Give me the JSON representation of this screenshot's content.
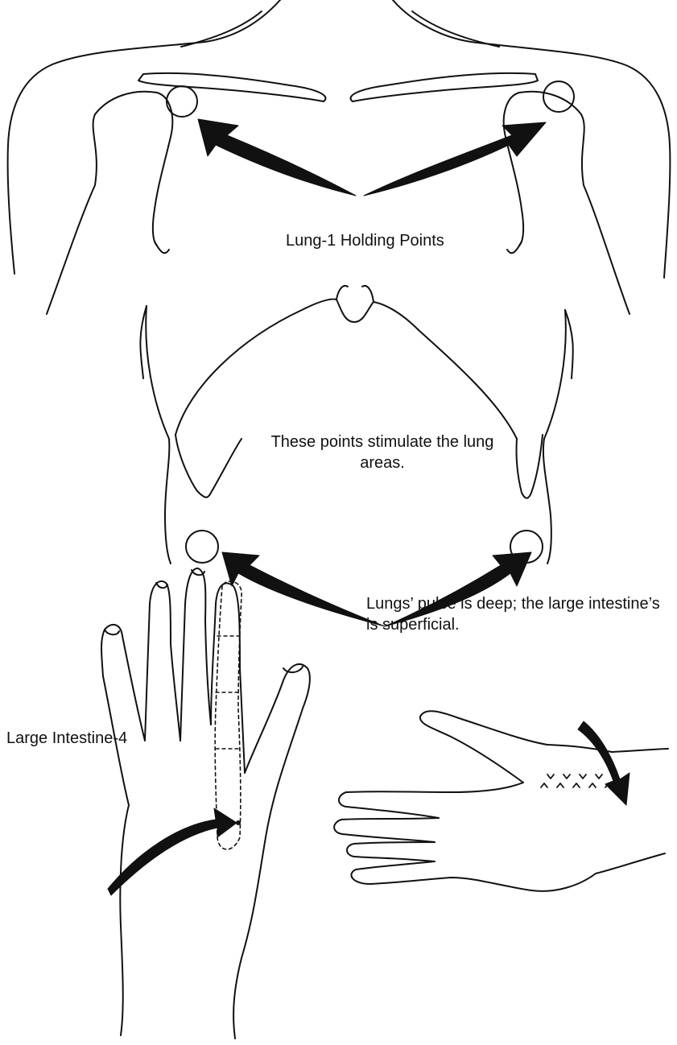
{
  "labels": {
    "lung1": "Lung-1 Holding Points",
    "stimulate": "These points stimulate the lung areas.",
    "pulse": "Lungs’ pulse is deep; the large intestine’s is superficial.",
    "li4": "Large Intestine-4"
  },
  "colors": {
    "ink": "#111111",
    "background": "#ffffff"
  }
}
